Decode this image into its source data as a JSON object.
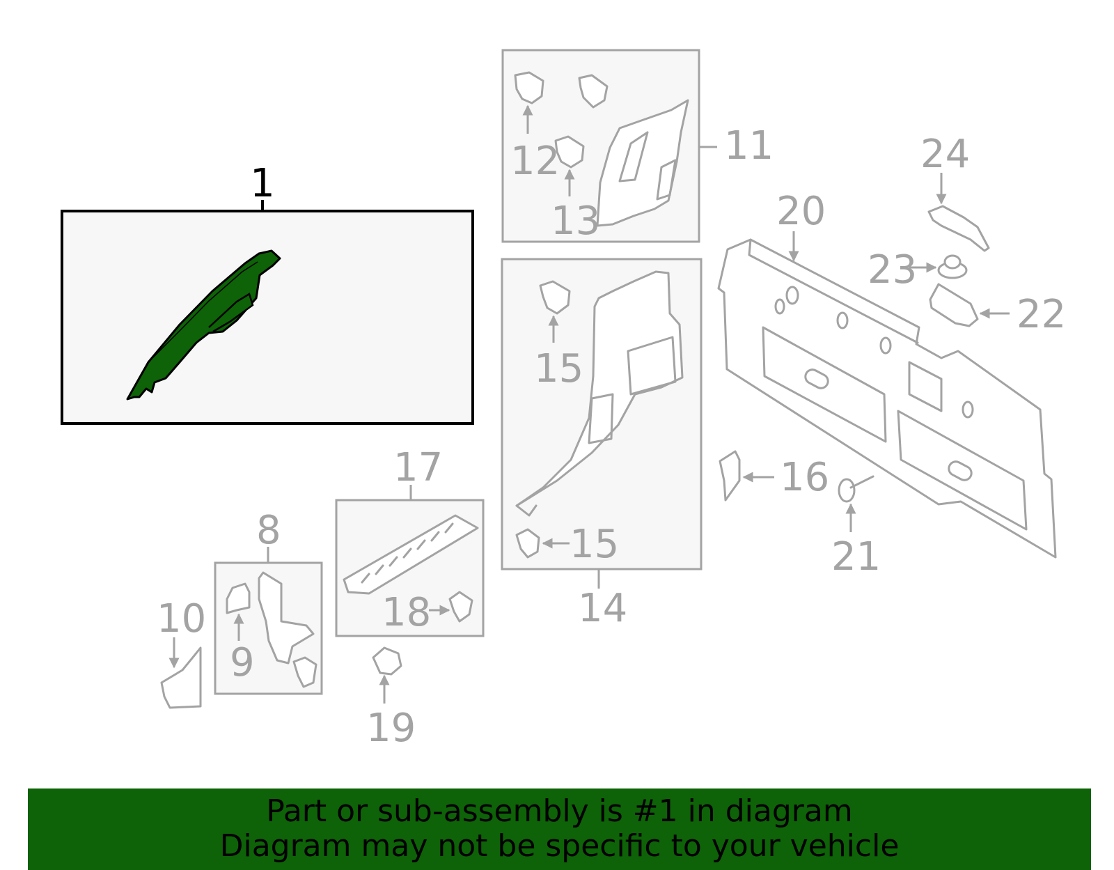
{
  "callouts": {
    "c1": "1",
    "c8": "8",
    "c9": "9",
    "c10": "10",
    "c11": "11",
    "c12": "12",
    "c13": "13",
    "c14": "14",
    "c15a": "15",
    "c15b": "15",
    "c16": "16",
    "c17": "17",
    "c18": "18",
    "c19": "19",
    "c20": "20",
    "c21": "21",
    "c22": "22",
    "c23": "23",
    "c24": "24"
  },
  "banner": {
    "line1": "Part or sub-assembly is #1 in diagram",
    "line2": "Diagram may not be specific to your vehicle"
  },
  "colors": {
    "highlight_part": "#0e6207",
    "banner_background": "#0e6207",
    "outline_gray": "#a3a3a3"
  }
}
